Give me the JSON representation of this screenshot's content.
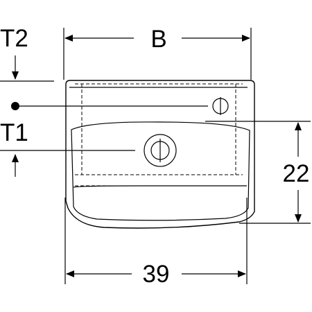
{
  "labels": {
    "top_width": "B",
    "bottom_width": "39",
    "right_height": "22",
    "top_left": "T2",
    "mid_left": "T1"
  }
}
